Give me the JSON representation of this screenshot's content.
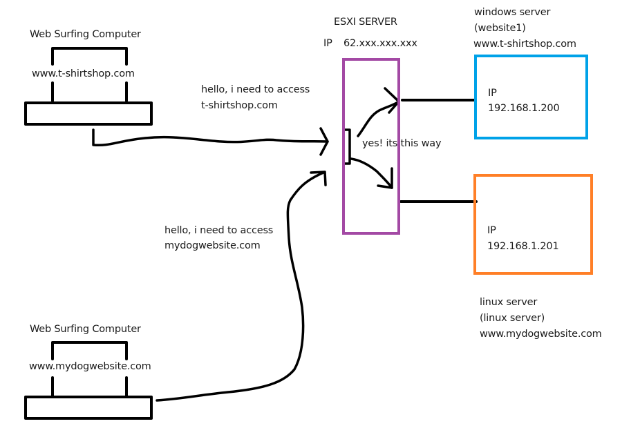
{
  "colors": {
    "esxi_border": "#a349a4",
    "windows_border": "#00a2e8",
    "linux_border": "#ff7f27",
    "ink": "#000000",
    "text": "#1a1a1a"
  },
  "client_top": {
    "title": "Web Surfing Computer",
    "screen_text": "www.t-shirtshop.com",
    "request_line1": "hello, i need to access",
    "request_line2": "t-shirtshop.com"
  },
  "client_bottom": {
    "title": "Web Surfing Computer",
    "screen_text": "www.mydogwebsite.com",
    "request_line1": "hello, i need to access",
    "request_line2": "mydogwebsite.com"
  },
  "esxi": {
    "title": "ESXI SERVER",
    "ip_label": "IP",
    "ip_value": "62.xxx.xxx.xxx",
    "routing_note": "yes! its this way"
  },
  "windows_server": {
    "line1": "windows server",
    "line2": "(website1)",
    "line3": "www.t-shirtshop.com",
    "ip_label": "IP",
    "ip_value": "192.168.1.200"
  },
  "linux_server": {
    "line1": "linux server",
    "line2": "(linux server)",
    "line3": "www.mydogwebsite.com",
    "ip_label": "IP",
    "ip_value": "192.168.1.201"
  }
}
